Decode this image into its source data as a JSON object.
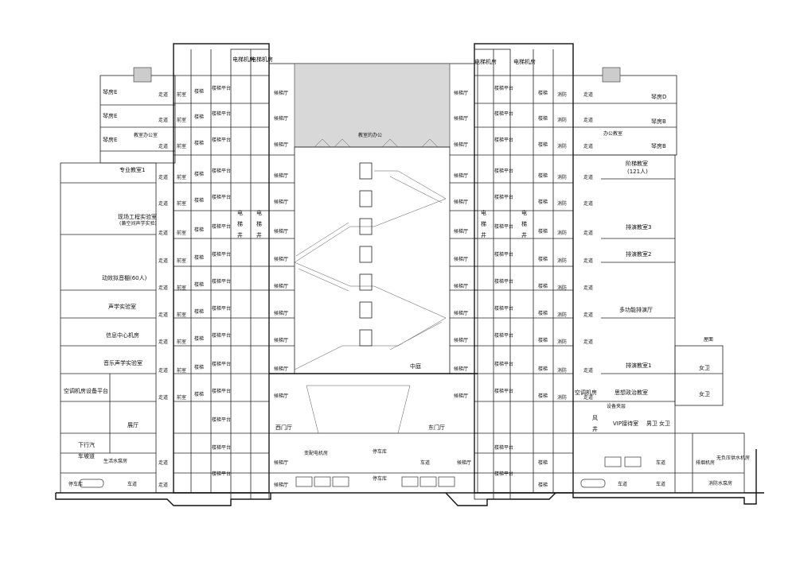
{
  "labels": {
    "elevator_machine_room": "电梯机房",
    "elevator_shaft": "电\n梯\n井",
    "stair": "楼梯",
    "stair_platform": "楼梯平台",
    "lobby": "候梯厅",
    "corridor": "走道",
    "anteroom": "前室",
    "atrium": "中庭",
    "west_gate_hall": "西门厅",
    "east_gate_hall": "东门厅",
    "hydrant": "消防",
    "piano_b": "琴房B",
    "piano_d": "琴房D",
    "piano_e": "琴房E",
    "office_left": "教室办公室",
    "office_right": "办公教室",
    "office_center": "教室的办公",
    "lecture_1": "专业教室1",
    "engineering_lab": "现场工程实验室",
    "engineering_lab_sub": "(兼空间声学实验)",
    "animation_dubbing": "动效拟音棚(60人)",
    "acoustic_lab": "声学实验室",
    "info_center": "信息中心机房",
    "music_acoustic_lab": "音乐声学实验室",
    "ac_platform": "空调机房设备平台",
    "exhibition": "展厅",
    "underpass": "下行汽",
    "ramp": "车坡道",
    "water_pump_room": "生活水泵房",
    "parking": "停车库",
    "driveway": "车道",
    "substation": "变配电机房",
    "tiered_classroom": "阶梯教室",
    "tiered_capacity": "(121人)",
    "rehearsal_3": "排演教室3",
    "rehearsal_2": "排演教室2",
    "multi_rehearsal": "多功能排演厅",
    "rehearsal_1": "排演教室1",
    "roof": "屋面",
    "female_wc": "女卫",
    "male_wc": "男卫",
    "ac_room": "空调机房",
    "politics_classroom": "思想政治教室",
    "equipment_room": "设备夹层",
    "vip_room": "VIP接待室",
    "wind": "风\n井",
    "smoke_room": "排烟机房",
    "tank_room": "无负压供水机房",
    "fire_pump": "消防水泵房"
  }
}
